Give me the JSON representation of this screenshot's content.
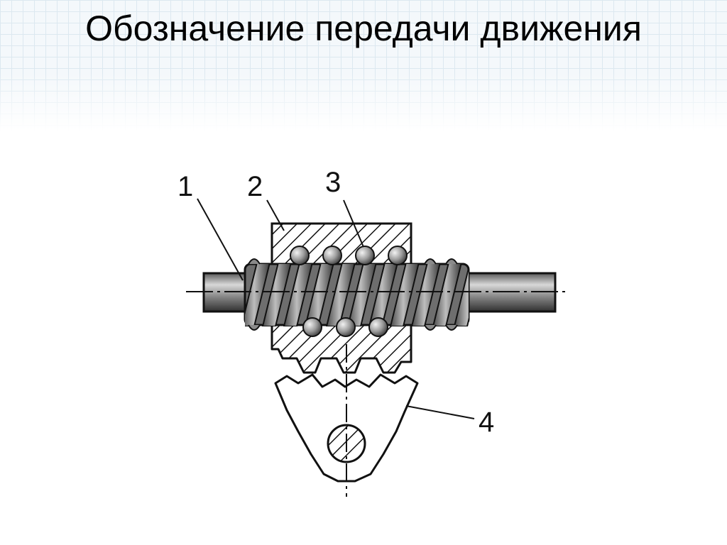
{
  "slide": {
    "title": "Обозначение передачи движения"
  },
  "diagram": {
    "callouts": [
      {
        "id": "1",
        "text": "1"
      },
      {
        "id": "2",
        "text": "2"
      },
      {
        "id": "3",
        "text": "3"
      },
      {
        "id": "4",
        "text": "4"
      }
    ]
  }
}
